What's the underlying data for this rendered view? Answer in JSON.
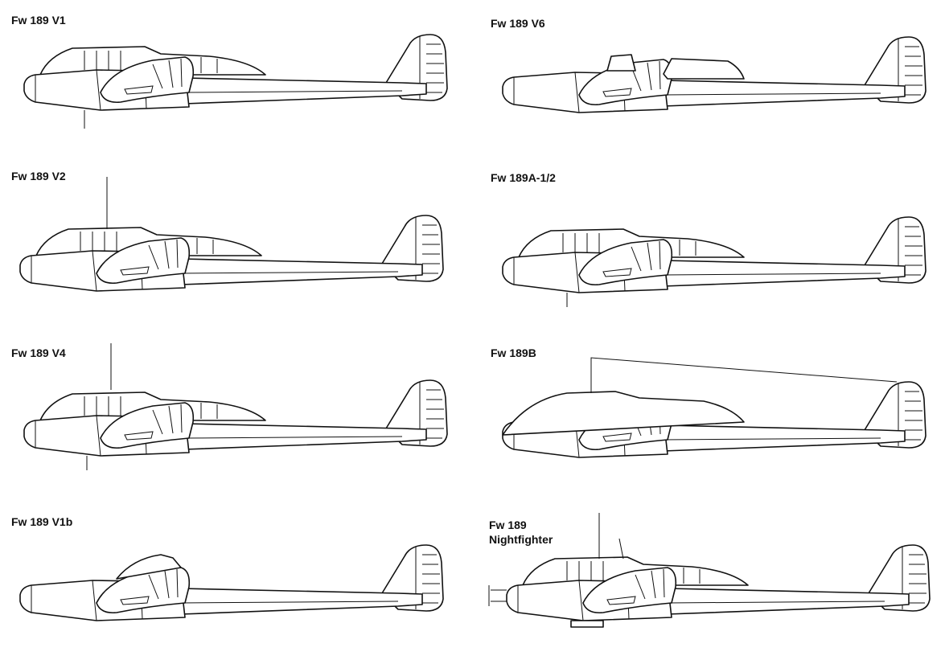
{
  "title": "Focke-Wulf Fw 189 variants, side views",
  "variants": [
    {
      "label": "Fw 189 V1"
    },
    {
      "label": "Fw 189 V6"
    },
    {
      "label": "Fw 189 V2"
    },
    {
      "label": "Fw 189A-1/2"
    },
    {
      "label": "Fw 189 V4"
    },
    {
      "label": "Fw 189B"
    },
    {
      "label": "Fw 189 V1b"
    },
    {
      "label": "Fw 189",
      "label2": "Nightfighter"
    }
  ]
}
